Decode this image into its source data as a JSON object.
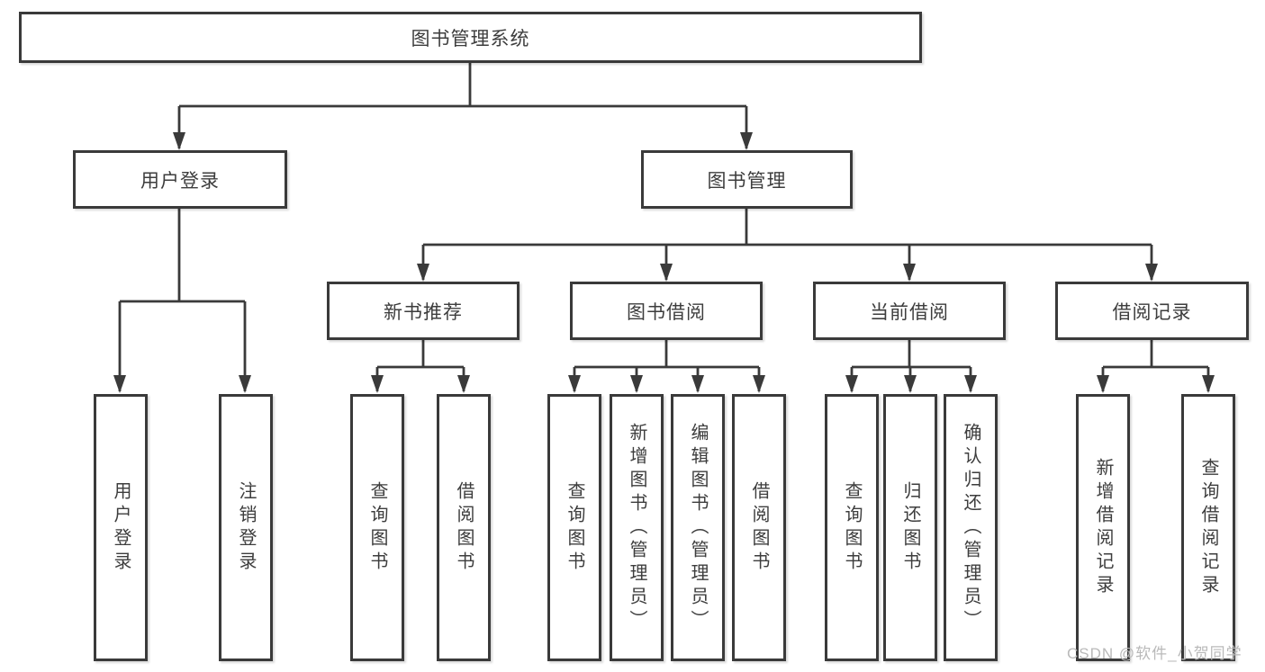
{
  "nodes": {
    "root": "图书管理系统",
    "user_login": "用户登录",
    "book_mgmt": "图书管理",
    "new_book_rec": "新书推荐",
    "book_borrow": "图书借阅",
    "current_borrow": "当前借阅",
    "borrow_records": "借阅记录",
    "leaf_user_login": "用户登录",
    "leaf_logout": "注销登录",
    "leaf_rec_query": "查询图书",
    "leaf_rec_borrow": "借阅图书",
    "leaf_bb_query": "查询图书",
    "leaf_bb_add": "新增图书（管理员）",
    "leaf_bb_edit": "编辑图书（管理员）",
    "leaf_bb_borrow": "借阅图书",
    "leaf_cb_query": "查询图书",
    "leaf_cb_return": "归还图书",
    "leaf_cb_confirm": "确认归还（管理员）",
    "leaf_br_add": "新增借阅记录",
    "leaf_br_query": "查询借阅记录"
  },
  "watermark": "CSDN @软件_小贺同学",
  "colors": {
    "line": "#3a3a3a",
    "text": "#3d3d3d",
    "watermark": "#b9b9b9",
    "background": "#ffffff"
  }
}
